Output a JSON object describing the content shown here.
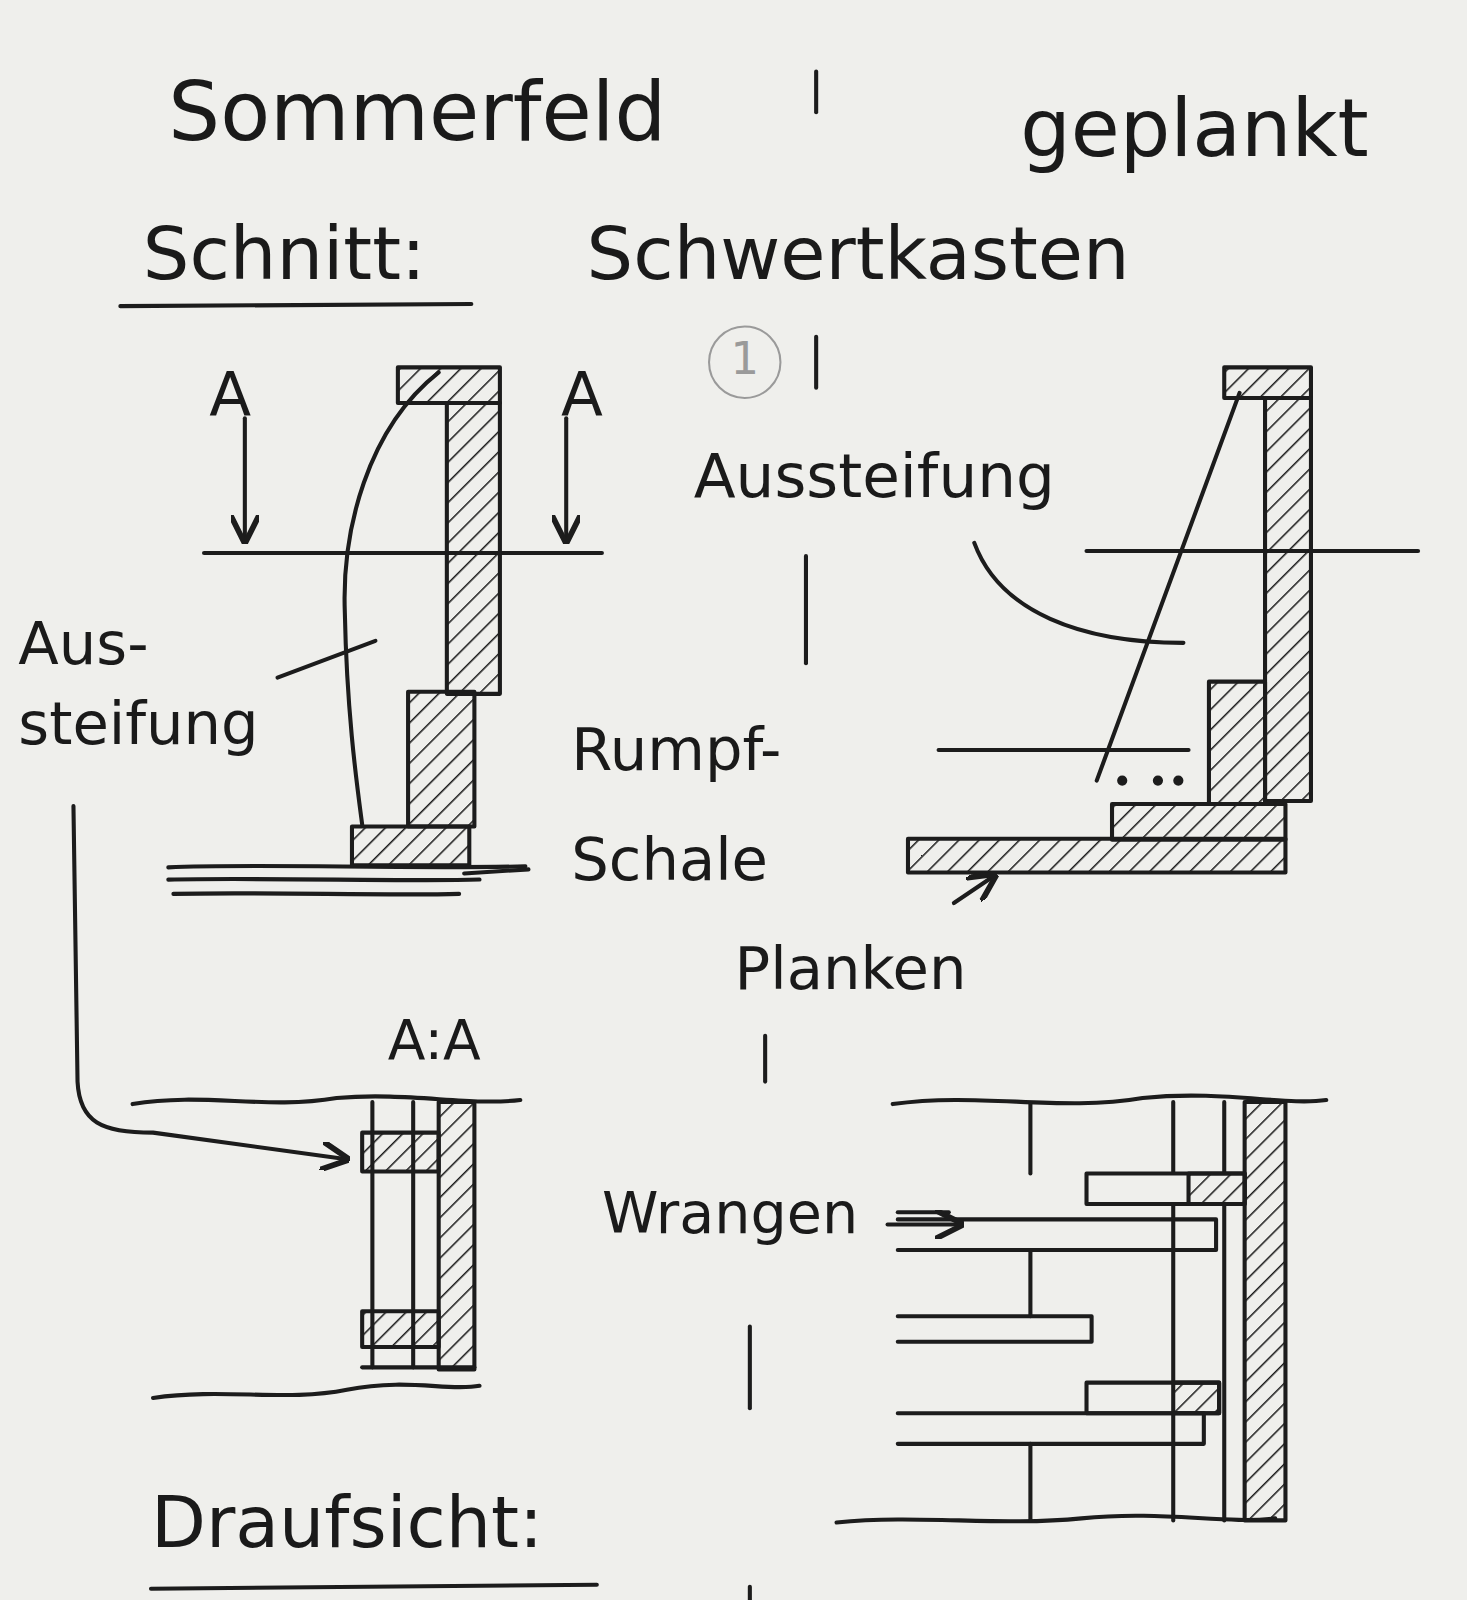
{
  "diagram": {
    "labels": [
      "Sommerfeld",
      "geplankt",
      "Schnitt:",
      "Schwertkasten",
      "A",
      "A",
      "1",
      "Aussteifung",
      "Aus- steifung",
      "Rumpf- Schale",
      "Planken",
      "A:A",
      "Wrangen",
      "Draufsicht:"
    ]
  }
}
